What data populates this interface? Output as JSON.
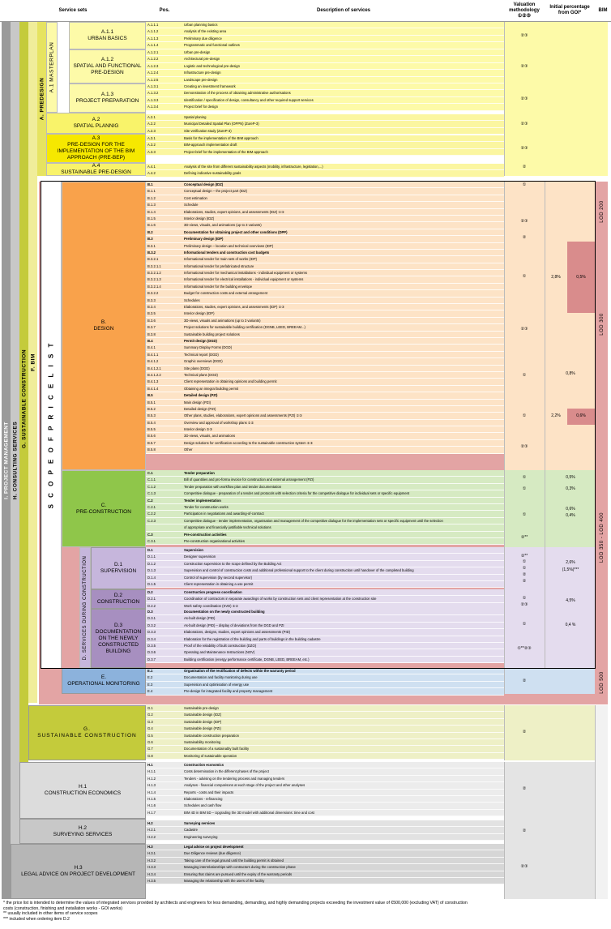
{
  "header": {
    "service_sets": "Service sets",
    "pos": "Pos.",
    "description": "Description of services",
    "valuation": "Valuation methodology ①②③",
    "initial_pct": "Initial percentage from GOI*",
    "bim": "BIM"
  },
  "bands": {
    "project_management": "I.  PROJECT MANAGEMENT",
    "consulting": "H.  CONSULTING SERVICES",
    "sustainable_construction": "G.  SUSTAINABLE CONSTRUCTION",
    "bim": "F.  BIM",
    "predesign": "A.  PREDESIGN",
    "masterplan": "A.1 MASTERPLAN",
    "scope": "S C O P E   O F   P R I C E   L I S T",
    "services_during": "D. SERVICES DURING CONSTRUCTION"
  },
  "groups": {
    "a11": "A.1.1\nURBAN BASICS",
    "a12": "A.1.2\nSPATIAL AND FUNCTIONAL PRE-DESIGN",
    "a13": "A.1.3\nPROJECT PREPARATION",
    "a2": "A.2\nSPATIAL PLANNIG",
    "a3": "A.3\nPRE-DESIGN FOR THE IMPLEMENTATION OF THE BIM APPROACH (PRE-BEP)",
    "a4": "A.4\nSUSTAINABLE PRE-DESIGN",
    "b": "B.\nDESIGN",
    "c": "C.\nPRE-CONSTRUCTION",
    "d1": "D.1\nSUPERVISION",
    "d2": "D.2\nCONSTRUCTION",
    "d3": "D.3\nDOCUMENTATION ON THE NEWLY CONSTRUCTED BUILDING",
    "e": "E.\nOPERATIONAL MONITORING",
    "g": "G.\nSUSTAINABLE CONSTRUCTION",
    "h1": "H.1\nCONSTRUCTION ECONOMICS",
    "h2": "H.2\nSURVEYING SERVICES",
    "h3": "H.3\nLEGAL ADVICE ON PROJECT DEVELOPMENT"
  },
  "lod": {
    "lod200": "LOD 200",
    "lod300": "LOD 300",
    "lod350": "LOD 350 - LOD 400",
    "lod500": "LOD 500"
  },
  "sections": {
    "a11": [
      [
        "A.1.1.1",
        "Urban planning basics"
      ],
      [
        "A.1.1.2",
        "Analysis of the existing area"
      ],
      [
        "A.1.1.3",
        "Preliminary due diligence"
      ],
      [
        "A.1.1.4",
        "Programmatic and functional outlines"
      ]
    ],
    "a12": [
      [
        "A.1.2.1",
        "Urban pre-design"
      ],
      [
        "A.1.2.2",
        "Architectural pre-design"
      ],
      [
        "A.1.2.3",
        "Logistic and technological pre-design"
      ],
      [
        "A.1.2.4",
        "Infrastructure pre-design"
      ],
      [
        "A.1.2.5",
        "Landscape pre-design"
      ]
    ],
    "a13": [
      [
        "A.1.3.1",
        "Creating an investment framework"
      ],
      [
        "A.1.3.2",
        "Demonstration of the process of obtaining administrative authorisations"
      ],
      [
        "A.1.3.3",
        "Identification / specification of design, consultancy and other required support services"
      ],
      [
        "A.1.3.4",
        "Project brief for design"
      ]
    ],
    "a2": [
      [
        "A.2.1",
        "Spatial planing"
      ],
      [
        "A.2.2",
        "Municipal Detailed Spatial Plan (OPPN) (ZureP-3)"
      ],
      [
        "A.2.3",
        "Site verification study (ZureP-3)"
      ]
    ],
    "a3": [
      [
        "A.3.1",
        "Basis for the implementation of the BIM approach"
      ],
      [
        "A.3.2",
        "BIM-approach implementation draft"
      ],
      [
        "A.3.3",
        "Project brief for the implementation of the BIM approach"
      ]
    ],
    "a4": [
      [
        "A.4.1",
        "Analysis of the site from different sustainability aspects (mobility, infrastructure, legislation,...)"
      ],
      [
        "A.4.2",
        "Defining indicative sustainability goals"
      ]
    ],
    "b": [
      [
        "B.1",
        "Conceptual design (IDZ)",
        1
      ],
      [
        "B.1.1",
        "Conceptual design – the project part (IDZ)",
        0
      ],
      [
        "B.1.2",
        "Cost estimation",
        0
      ],
      [
        "B.1.3",
        "Schedule",
        0
      ],
      [
        "B.1.4",
        "Elaborations, studies, expert opinions, and assessments (IDZ) ①③",
        0
      ],
      [
        "B.1.5",
        "Interior design (IDZ)",
        0
      ],
      [
        "B.1.6",
        "3D-views, visuals, and animations (up to 3 variants)",
        0
      ],
      [
        "B.2",
        "Documentation for obtaining project and other conditions (DPP)",
        1
      ],
      [
        "B.3",
        "Preliminary design (IDP)",
        1
      ],
      [
        "B.3.1",
        "Preliminary design – location and technical overviews (IDP)",
        0
      ],
      [
        "B.3.2",
        "Informational tenders and construction cost budgets",
        1
      ],
      [
        "B.3.2.1",
        "Informational tender for main sets of works (IDP)",
        0
      ],
      [
        "B.3.2.1.1",
        "Informational tender for prefabricated structure",
        0
      ],
      [
        "B.3.2.1.2",
        "Informational tender for mechanical installations - individual equipment or systems",
        0
      ],
      [
        "B.3.2.1.3",
        "Informational tender for electrical installations - individual equipment or systems",
        0
      ],
      [
        "B.3.2.1.4",
        "Informational tender for the building envelope",
        0
      ],
      [
        "B.3.2.2",
        "Budget for construction costs and external arrangement",
        0
      ],
      [
        "B.3.3",
        "Schedules",
        0
      ],
      [
        "B.3.4",
        "Elaborations, studies, expert opinions, and assessments (IDP) ①③",
        0
      ],
      [
        "B.3.5",
        "Interior design (IDP)",
        0
      ],
      [
        "B.3.6",
        "3D-views, visuals and animations (up to 3 variants)",
        0
      ],
      [
        "B.3.7",
        "Project solutions for sustainable building certification (DGNB, LEED, BREEAM...)",
        0
      ],
      [
        "B.3.8",
        "Sustainable building project solutions",
        0
      ],
      [
        "B.4",
        "Permit design (DGD)",
        1
      ],
      [
        "B.4.1",
        "Summary Display Forms (DGD)",
        0
      ],
      [
        "B.4.1.1",
        "Technical report (DGD)",
        0
      ],
      [
        "B.4.1.2",
        "Graphic overviews (DGD)",
        0
      ],
      [
        "B.4.1.2.1",
        "Site plans (DGD)",
        0
      ],
      [
        "B.4.1.2.2",
        "Technical plans (DGD)",
        0
      ],
      [
        "B.4.1.3",
        "Client representation in obtaining opinions and building permit",
        0
      ],
      [
        "B.4.1.4",
        "Obtaining an integral building permit",
        0
      ],
      [
        "B.5",
        "Detailed design (PZI)",
        1
      ],
      [
        "B.5.1",
        "Main design (PZI)",
        0
      ],
      [
        "B.5.2",
        "Detailed design (PZI)",
        0
      ],
      [
        "B.5.3",
        "Other plans, studies, elaborations, expert opinions and assessments (PZI) ①③",
        0
      ],
      [
        "B.5.4",
        "Overview and approval of workshop plans ①②",
        0
      ],
      [
        "B.5.5",
        "Interior design ②③",
        0
      ],
      [
        "B.5.6",
        "3D-views, visuals, and animations",
        0
      ],
      [
        "B.5.7",
        "Design solutions for certification according to the sustainable construction system ①③",
        0
      ],
      [
        "B.5.8",
        "Other",
        0
      ]
    ],
    "c": [
      [
        "C.1",
        "Tender preparation",
        1
      ],
      [
        "C.1.1",
        "Bill of quantities and pro-forma invoice for construction and external arrangement (PZI)",
        0
      ],
      [
        "C.1.2",
        "Tender preparation with workflow plan and tender documentation",
        0
      ],
      [
        "C.1.3",
        "Competitive dialogue - preparation of a tender and protocols with selection criteria for the competitive dialogue for individual sets or specific equipment",
        0
      ],
      [
        "C.2",
        "Tender implementation",
        1
      ],
      [
        "C.2.1",
        "Tender for construction works",
        0
      ],
      [
        "C.2.2",
        "Participation in negotiations and awarding-of-contract",
        0
      ],
      [
        "C.2.3",
        "Competitive dialogue - tender implementation, organisation and management of the competitive dialogue for the implementation sets or specific equipment until the selection",
        0
      ],
      [
        "",
        "of appropriate and financially justifiable technical solutions",
        0
      ],
      [
        "C.3",
        "Pre-construction activities",
        1
      ],
      [
        "C.3.1",
        "Pre-construction organisational activities",
        0
      ]
    ],
    "d1": [
      [
        "D.1",
        "Supervision",
        1
      ],
      [
        "D.1.1",
        "Designer supervision",
        0
      ],
      [
        "D.1.2",
        "Construction supervision to the scope defined by the Building Act",
        0
      ],
      [
        "D.1.3",
        "Supervision and control of construction costs and additional professional support to the client during construction until handover of the completed building",
        0
      ],
      [
        "D.1.4",
        "Control of supervision (by second supervisor)",
        0
      ],
      [
        "D.1.5",
        "Client representation in obtaining a use permit",
        0
      ]
    ],
    "d2": [
      [
        "D.2",
        "Construction progress coordination",
        1
      ],
      [
        "D.2.1",
        "Coordination of contractors in separate awardings of works by construction sets and client representation at the construction site",
        0
      ],
      [
        "D.2.2",
        "Work safety coordination (KVD) ①②",
        0
      ]
    ],
    "d3": [
      [
        "D.3",
        "Documentation on the newly constructed building",
        1
      ],
      [
        "D.3.1",
        "As-built design (PID)",
        0
      ],
      [
        "D.3.2",
        "As-built design (PID) – display of deviations from the DGD and PZI",
        0
      ],
      [
        "D.3.3",
        "Elaborations, designs, studies, expert opinions and assessments (PID)",
        0
      ],
      [
        "D.3.4",
        "Elaboration for the registration of the building and parts of buildings in the building cadastre",
        0
      ],
      [
        "D.3.5",
        "Proof of the reliability of built construction (DZO)",
        0
      ],
      [
        "D.3.6",
        "Operating and Maintenance Instructions (NOV)",
        0
      ],
      [
        "D.3.7",
        "Building certification (energy performance certificate, DGNB, LEED, BREEAM, etc.)",
        0
      ]
    ],
    "e": [
      [
        "E.1",
        "Organisation of the rectification of defects within the warranty period",
        1
      ],
      [
        "E.2",
        "Documentation and facility monitoring during use",
        0
      ],
      [
        "E.3",
        "Supervision and optimisation of energy use",
        0
      ],
      [
        "E.4",
        "Pre-design for integrated facility and property management",
        0
      ]
    ],
    "g": [
      [
        "G.1",
        "Sustainable pre-design"
      ],
      [
        "G.2",
        "Sustainable design (IDZ)"
      ],
      [
        "G.3",
        "Sustainable design (IDP)"
      ],
      [
        "G.4",
        "Sustainable design (PZI)"
      ],
      [
        "G.5",
        "Sustainable construction preparation"
      ],
      [
        "G.6",
        "Sustainability monitoring"
      ],
      [
        "G.7",
        "Documentation of a sustainably built facility"
      ],
      [
        "G.8",
        "Monitoring of sustainable operation"
      ]
    ],
    "h1": [
      [
        "H.1",
        "Construction economics",
        1
      ],
      [
        "H.1.1",
        "Costs determination in the different phases of the project",
        0
      ],
      [
        "H.1.2",
        "Tenders - advising on the tendering process and managing tenders",
        0
      ],
      [
        "H.1.3",
        "Analyses - financial comparisons at each stage of the project and other analyses",
        0
      ],
      [
        "H.1.4",
        "Reports - costs and their impacts",
        0
      ],
      [
        "H.1.5",
        "Elaborations - refinancing",
        0
      ],
      [
        "H.1.6",
        "Schedules and cash flow",
        0
      ],
      [
        "H.1.7",
        "BIM 4D in BIM 5D – Upgrading the 3D model with additional dimensions: time and cost",
        0
      ]
    ],
    "h2": [
      [
        "H.2",
        "Surveying services",
        1
      ],
      [
        "H.2.1",
        "Cadastre",
        0
      ],
      [
        "H.2.2",
        "Engineering surveying",
        0
      ]
    ],
    "h3": [
      [
        "H.3",
        "Legal advice on project development",
        1
      ],
      [
        "H.3.1",
        "Due Diligence reviews (due diligence)",
        0
      ],
      [
        "H.3.2",
        "Taking care of the legal ground until the building permit is obtained",
        0
      ],
      [
        "H.3.3",
        "Managing interrelationships with contractors during the construction phase",
        0
      ],
      [
        "H.3.4",
        "Ensuring that claims are pursued until the expiry of the warranty periods",
        0
      ],
      [
        "H.3.5",
        "Managing the relationship with the users of the facility",
        0
      ]
    ]
  },
  "valuations": {
    "a11": "②③",
    "a12": "②③",
    "a13": "②③",
    "a2": "②③",
    "a3": "②③",
    "a4": "②",
    "b1": "①",
    "b15": "②③",
    "b2": "②",
    "b3": "①",
    "b35": "②③",
    "b4": "①",
    "b5": "①",
    "b55": "②③",
    "c1": "①",
    "c12": "①",
    "c2": "①",
    "c3": "②**",
    "d11": "②**",
    "d12": "①",
    "d13": "①",
    "d14": "②",
    "d15": "②",
    "d21": "①",
    "d22": "②③",
    "d3": "①",
    "d35": "①**②③",
    "e": "②",
    "g": "②",
    "h1": "②",
    "h2": "②",
    "h3": "②③"
  },
  "percentages": {
    "b3_a": "2,8%",
    "b3_b": "0,5%",
    "b4": "0,8%",
    "b5_a": "2,2%",
    "b5_b": "0,6%",
    "c11": "0,5%",
    "c12": "0,3%",
    "c21": "0,6%",
    "c22": "0,4%",
    "d13_a": "2,6%",
    "d13_b": "(1,5%)***",
    "d21": "4,5%",
    "d3": "0,4 %"
  },
  "colors": {
    "yellow": "#fdfaa8",
    "yellow_dark": "#f9f36a",
    "orange": "#f9a24b",
    "orange_light": "#fde3c6",
    "green": "#8fc64a",
    "green_light": "#d6eac2",
    "purple": "#a78fc0",
    "purple_light": "#e4dcee",
    "blue": "#8cb2dc",
    "blue_light": "#cfe0f1",
    "olive": "#c4cb3b",
    "olive_light": "#eef0c6",
    "grey": "#dcdcdc",
    "grey_dark": "#b6b6b6",
    "pink": "#d98c8c"
  },
  "footnotes": [
    "*   the price list is intended to determine the values of integrated services provided by architects and engineers for less demanding, demanding, and highly demanding projects exceeding the investment value of €500,000 (excluding VAT) of construction",
    "costs (construction, finishing and installation works - GOI works)",
    "**  usually included in other items of service scopes",
    "***  included when ordering item D.2"
  ]
}
